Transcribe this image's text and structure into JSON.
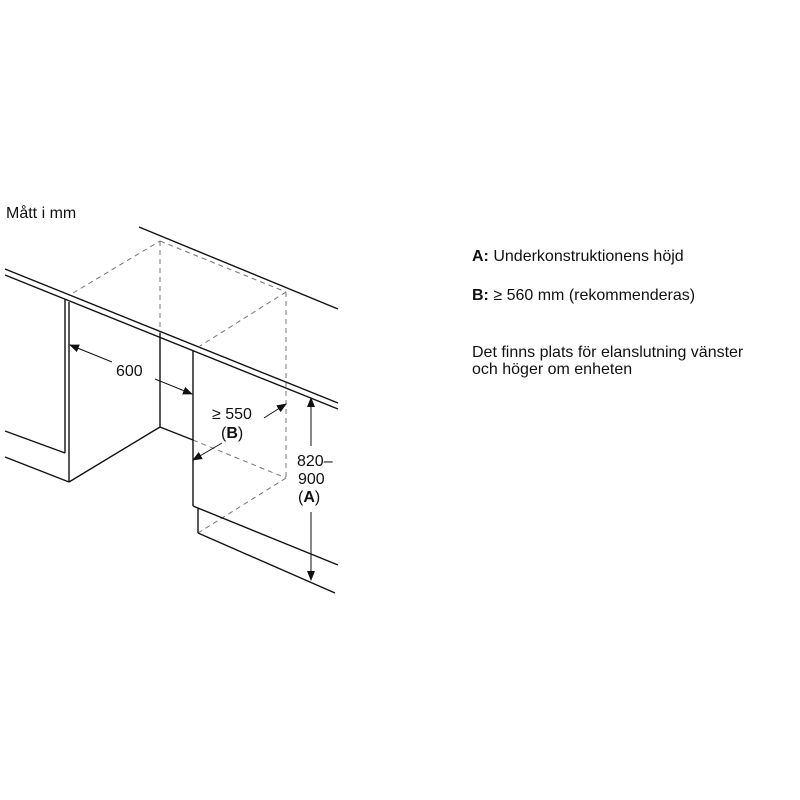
{
  "units_label": "Mått i mm",
  "dimensions": {
    "width": "600",
    "depth_value": "≥ 550",
    "depth_ref": "B",
    "height_range_top": "820–",
    "height_range_bottom": "900",
    "height_ref": "A"
  },
  "legend": {
    "a_key": "A:",
    "a_text": "Underkonstruktionens höjd",
    "b_key": "B:",
    "b_text": "≥ 560 mm (rekommenderas)",
    "note_line1": "Det finns plats för elanslutning vänster",
    "note_line2": "och höger om enheten"
  }
}
